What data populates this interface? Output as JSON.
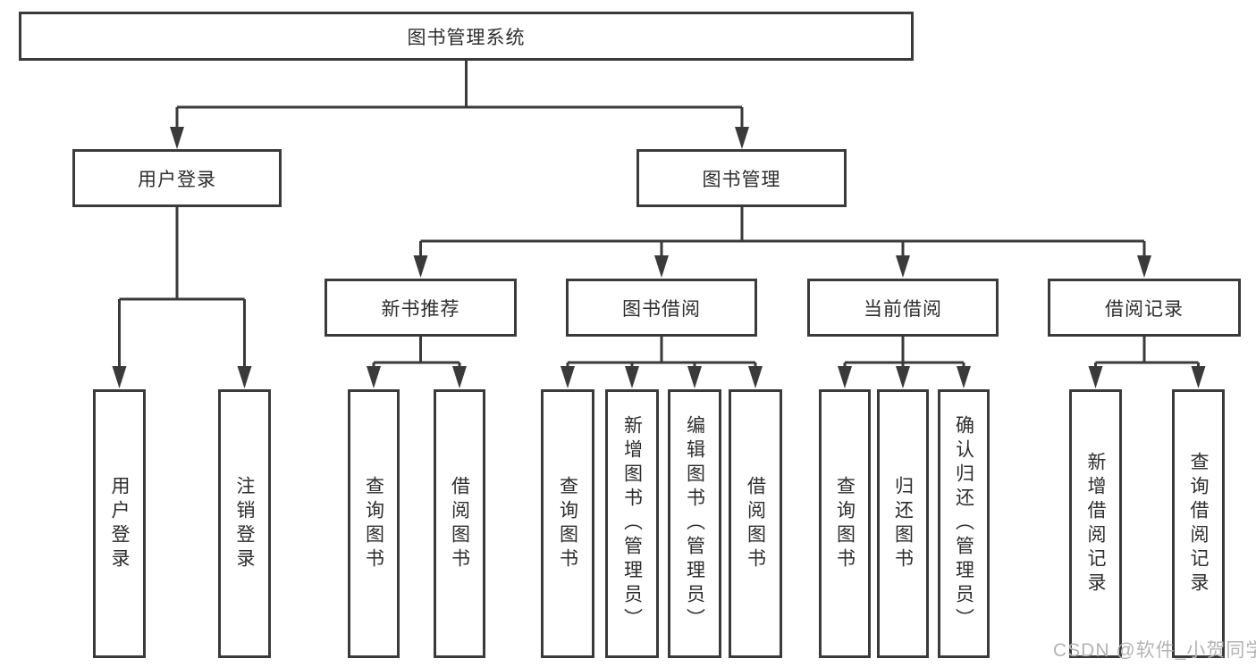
{
  "diagram": {
    "root": {
      "label": "图书管理系统"
    },
    "level2": [
      {
        "label": "用户登录"
      },
      {
        "label": "图书管理"
      }
    ],
    "level3": [
      {
        "label": "新书推荐"
      },
      {
        "label": "图书借阅"
      },
      {
        "label": "当前借阅"
      },
      {
        "label": "借阅记录"
      }
    ],
    "leaves": [
      {
        "label": "用户登录"
      },
      {
        "label": "注销登录"
      },
      {
        "label": "查询图书"
      },
      {
        "label": "借阅图书"
      },
      {
        "label": "查询图书"
      },
      {
        "label": "新增图书（管理员）"
      },
      {
        "label": "编辑图书（管理员）"
      },
      {
        "label": "借阅图书"
      },
      {
        "label": "查询图书"
      },
      {
        "label": "归还图书"
      },
      {
        "label": "确认归还（管理员）"
      },
      {
        "label": "新增借阅记录"
      },
      {
        "label": "查询借阅记录"
      }
    ],
    "watermark": "CSDN @软件_小贺同学",
    "colors": {
      "line": "#3a3a3a",
      "box_border": "#3a3a3a",
      "box_fill": "#ffffff",
      "text": "#2d2d2d",
      "watermark": "#b3b3b3"
    }
  }
}
